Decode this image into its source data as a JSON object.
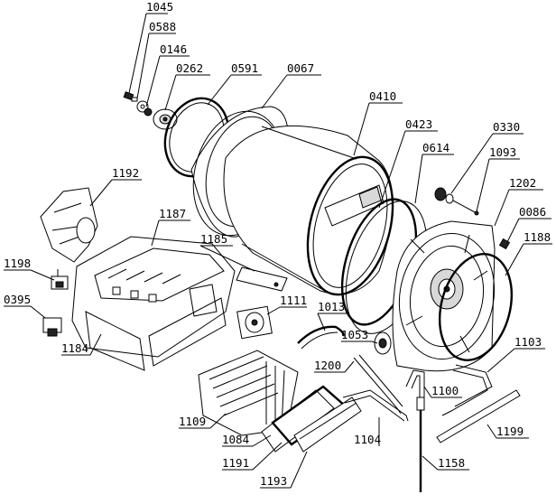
{
  "diagram": {
    "labels": [
      {
        "id": "1045",
        "text": "1045"
      },
      {
        "id": "0588",
        "text": "0588"
      },
      {
        "id": "0146",
        "text": "0146"
      },
      {
        "id": "0262",
        "text": "0262"
      },
      {
        "id": "0591",
        "text": "0591"
      },
      {
        "id": "0067",
        "text": "0067"
      },
      {
        "id": "0410",
        "text": "0410"
      },
      {
        "id": "0423",
        "text": "0423"
      },
      {
        "id": "0614",
        "text": "0614"
      },
      {
        "id": "0330",
        "text": "0330"
      },
      {
        "id": "1093",
        "text": "1093"
      },
      {
        "id": "1202",
        "text": "1202"
      },
      {
        "id": "0086",
        "text": "0086"
      },
      {
        "id": "1188",
        "text": "1188"
      },
      {
        "id": "1192",
        "text": "1192"
      },
      {
        "id": "1187",
        "text": "1187"
      },
      {
        "id": "1185",
        "text": "1185"
      },
      {
        "id": "1198",
        "text": "1198"
      },
      {
        "id": "0395",
        "text": "0395"
      },
      {
        "id": "1184",
        "text": "1184"
      },
      {
        "id": "1111",
        "text": "1111"
      },
      {
        "id": "1013",
        "text": "1013"
      },
      {
        "id": "1053",
        "text": "1053"
      },
      {
        "id": "1200",
        "text": "1200"
      },
      {
        "id": "1103",
        "text": "1103"
      },
      {
        "id": "1100",
        "text": "1100"
      },
      {
        "id": "1199",
        "text": "1199"
      },
      {
        "id": "1109",
        "text": "1109"
      },
      {
        "id": "1084",
        "text": "1084"
      },
      {
        "id": "1104",
        "text": "1104"
      },
      {
        "id": "1191",
        "text": "1191"
      },
      {
        "id": "1193",
        "text": "1193"
      },
      {
        "id": "1158",
        "text": "1158"
      }
    ]
  }
}
